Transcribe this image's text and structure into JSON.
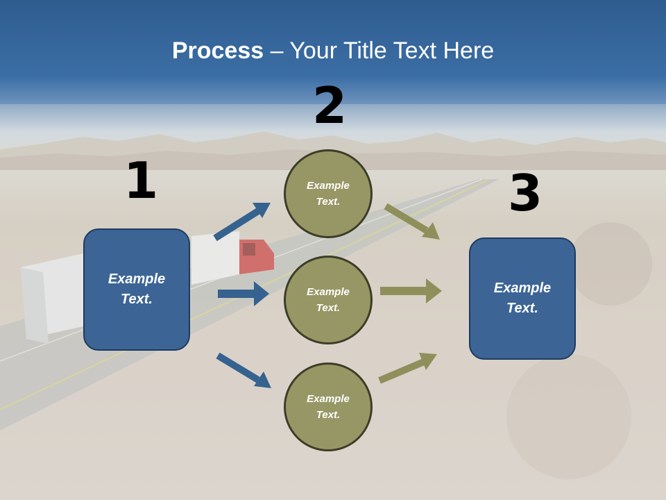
{
  "title": {
    "bold": "Process",
    "rest": " – Your Title Text Here"
  },
  "steps": {
    "one": "1",
    "two": "2",
    "three": "3"
  },
  "left_box": {
    "text": "Example Text."
  },
  "right_box": {
    "text": "Example Text."
  },
  "circles": [
    {
      "text": "Example Text."
    },
    {
      "text": "Example Text."
    },
    {
      "text": "Example Text."
    }
  ],
  "colors": {
    "box_fill": "#3c6596",
    "circle_fill": "#979766",
    "arrow_blue": "#35628f",
    "arrow_olive": "#8f8f5c",
    "header_blue": "#3b6ea5"
  }
}
